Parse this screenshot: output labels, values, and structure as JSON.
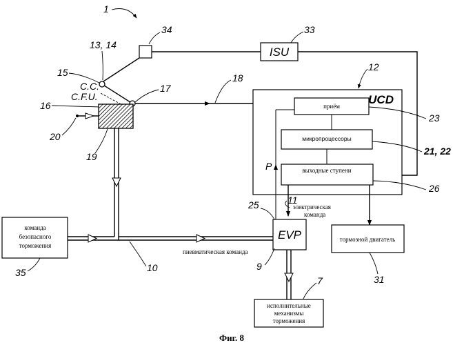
{
  "figure": {
    "caption": "Фиг. 8",
    "system_ref": "1"
  },
  "blocks": {
    "isu": {
      "label": "ISU",
      "ref": "33"
    },
    "ucd": {
      "label": "UCD",
      "ref": "12"
    },
    "receive": {
      "label": "приём",
      "ref": "23"
    },
    "microprocessors": {
      "label": "микропроцессоры",
      "ref": "21, 22"
    },
    "output_stages": {
      "label": "выходные ступени",
      "ref": "26"
    },
    "evp": {
      "label": "EVP",
      "ref": "9"
    },
    "brake_motor": {
      "label": "тормозной двигатель",
      "ref": "31"
    },
    "safe_brake": {
      "line1": "команда",
      "line2": "безопасного",
      "line3": "торможения",
      "ref": "35"
    },
    "actuators": {
      "line1": "исполнительные",
      "line2": "механизмы",
      "line3": "торможения",
      "ref": "7"
    },
    "sensor": {
      "ref": "34"
    }
  },
  "lever": {
    "refs": "13, 14",
    "pivot_ref": "15",
    "position_cc": "C.C.",
    "position_cfu": "C.F.U.",
    "joint_ref": "17",
    "valve_ref": "16",
    "body_ref": "19",
    "input_ref": "20"
  },
  "lines": {
    "signal_ref": "18",
    "pneumatic_ref": "10",
    "pneumatic_label": "пневматическая команда",
    "electric_ref": "11",
    "electric_label_1": "электрическая",
    "electric_label_2": "команда",
    "feedback_label": "P",
    "feedback_ref": "25"
  }
}
